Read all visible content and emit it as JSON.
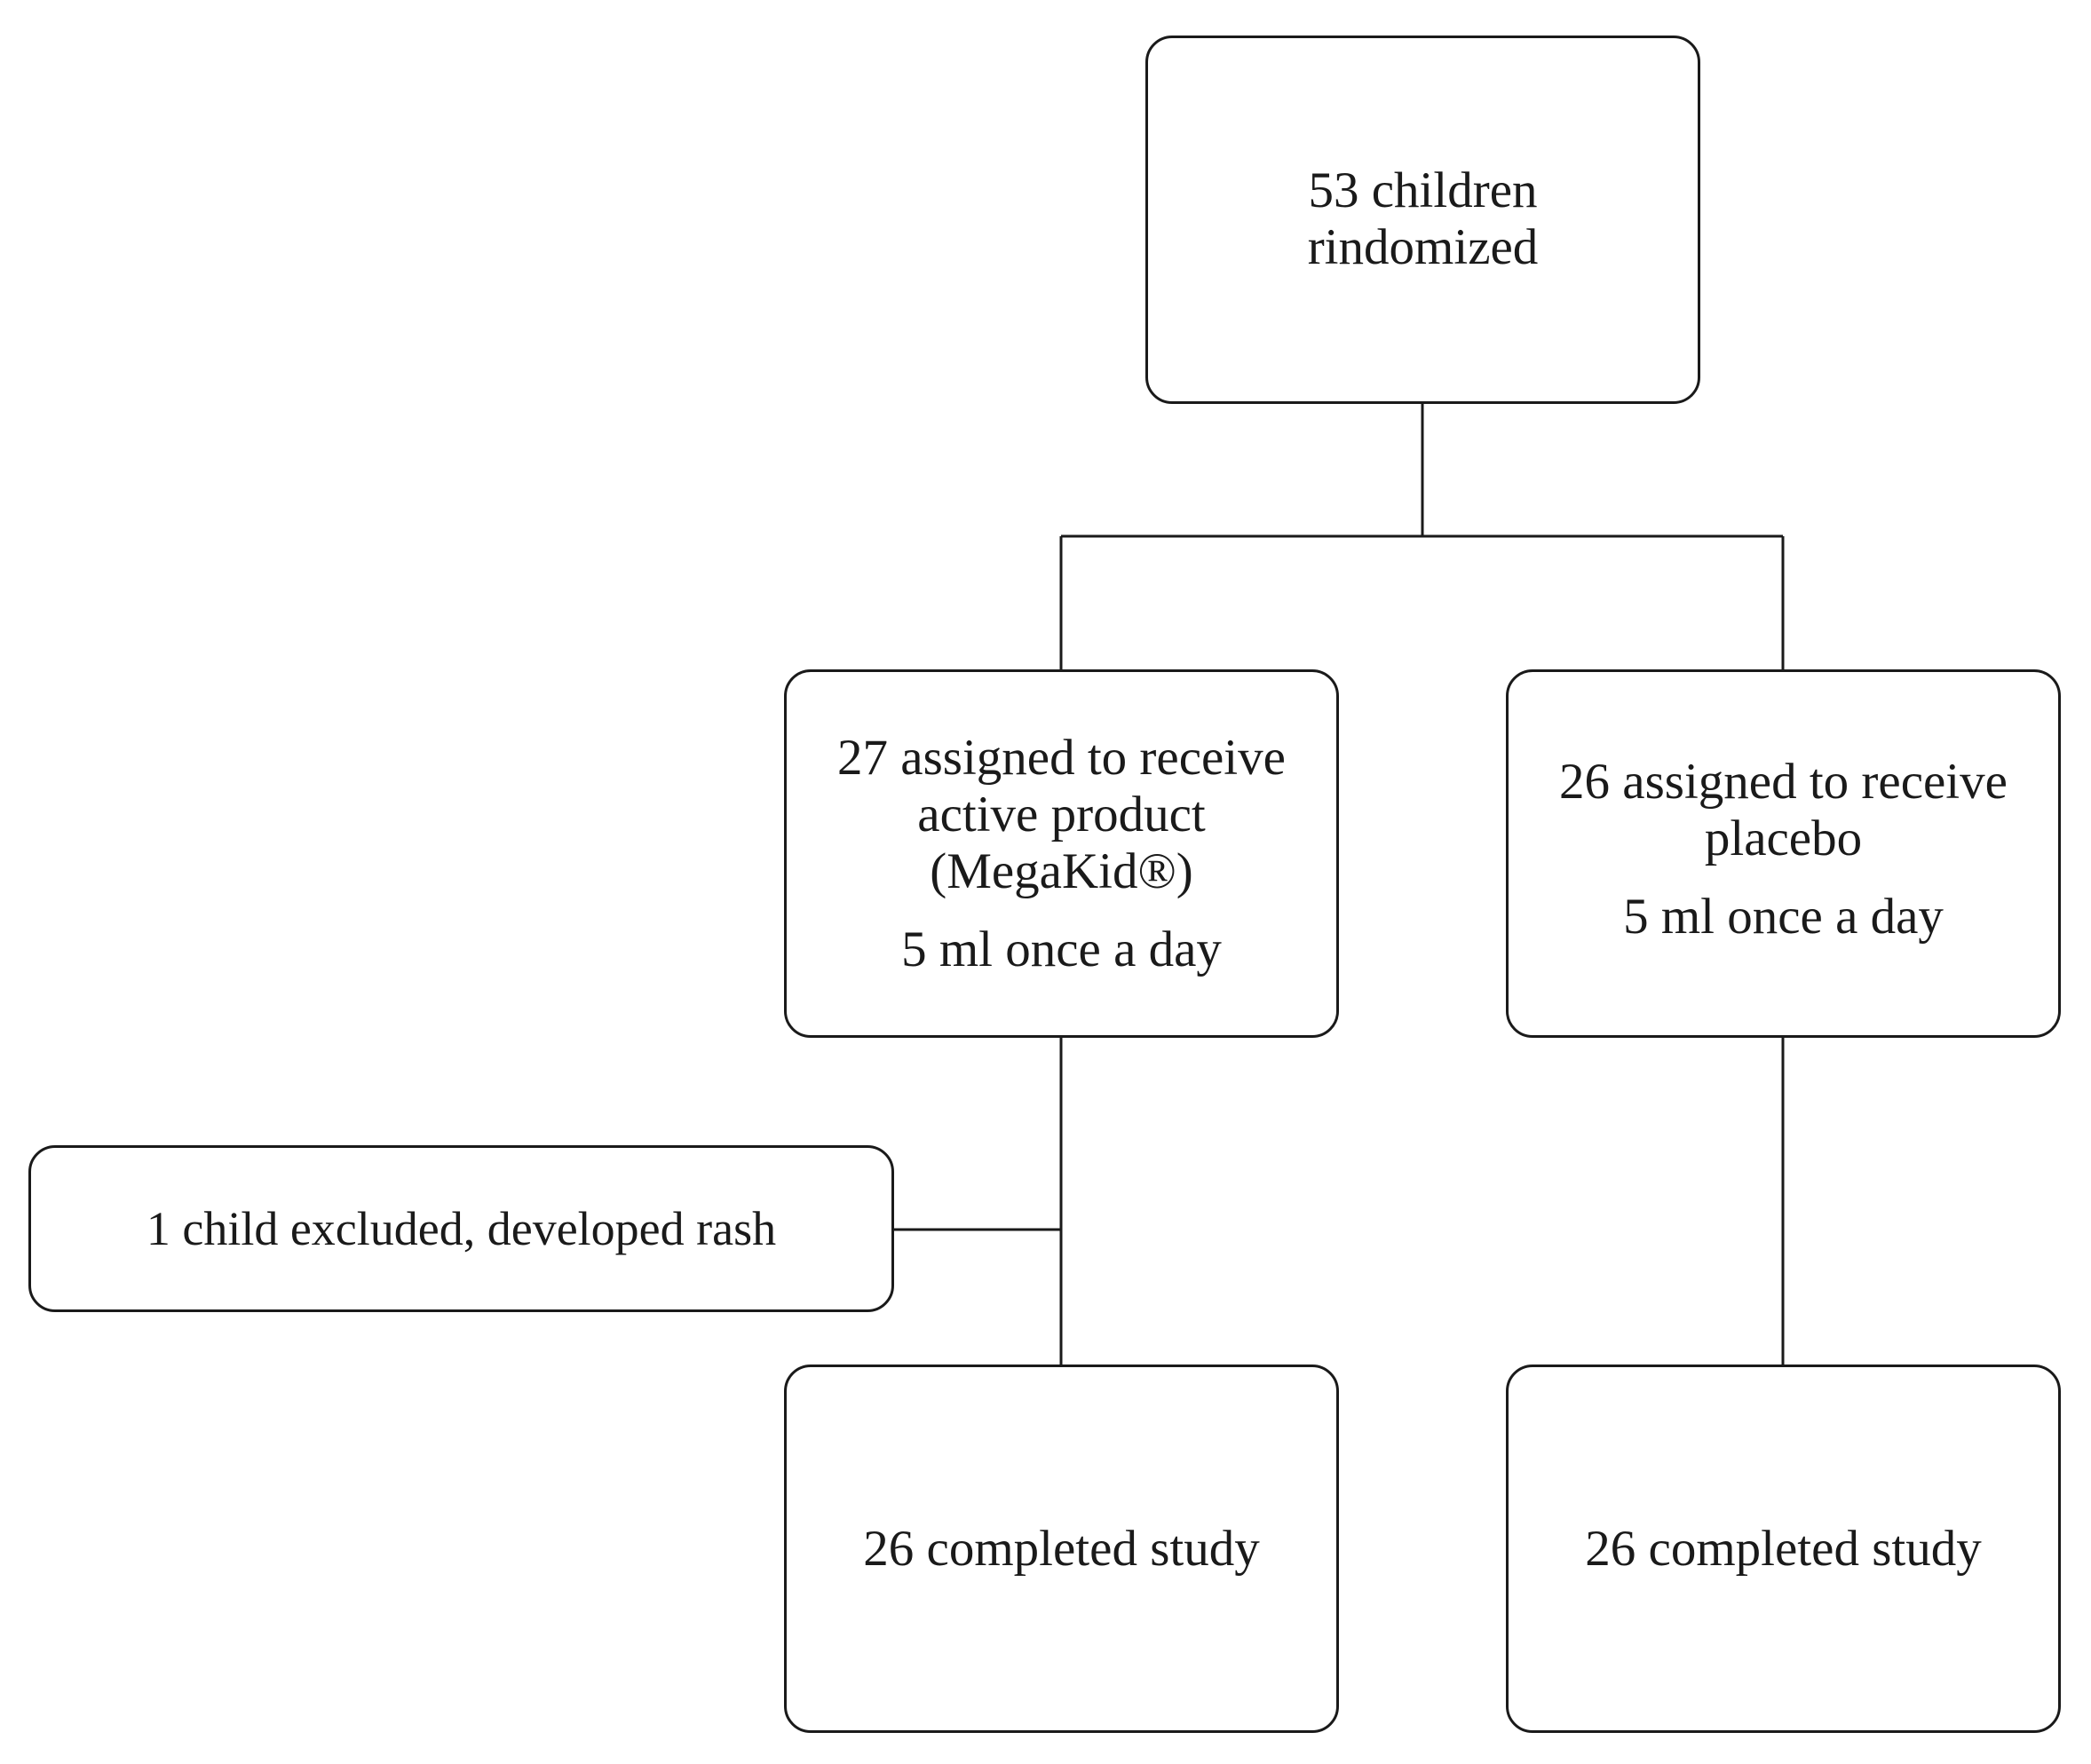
{
  "diagram": {
    "type": "flowchart",
    "nodes": {
      "root": {
        "lines": [
          "53 children",
          "rindomized"
        ]
      },
      "active_arm": {
        "lines": [
          "27 assigned to receive",
          "active product",
          "(MegaKid®)"
        ],
        "dose": "5 ml once a day"
      },
      "placebo_arm": {
        "lines": [
          "26 assigned to receive",
          "placebo"
        ],
        "dose": "5 ml once a day"
      },
      "exclusion": {
        "text": "1 child excluded, developed rash"
      },
      "completed_active": {
        "text": "26 completed study"
      },
      "completed_placebo": {
        "text": "26 completed study"
      }
    },
    "edges": [
      {
        "from": "root",
        "to": "active_arm"
      },
      {
        "from": "root",
        "to": "placebo_arm"
      },
      {
        "from": "active_arm",
        "to": "completed_active"
      },
      {
        "from": "active_arm",
        "to": "exclusion"
      },
      {
        "from": "placebo_arm",
        "to": "completed_placebo"
      }
    ]
  }
}
